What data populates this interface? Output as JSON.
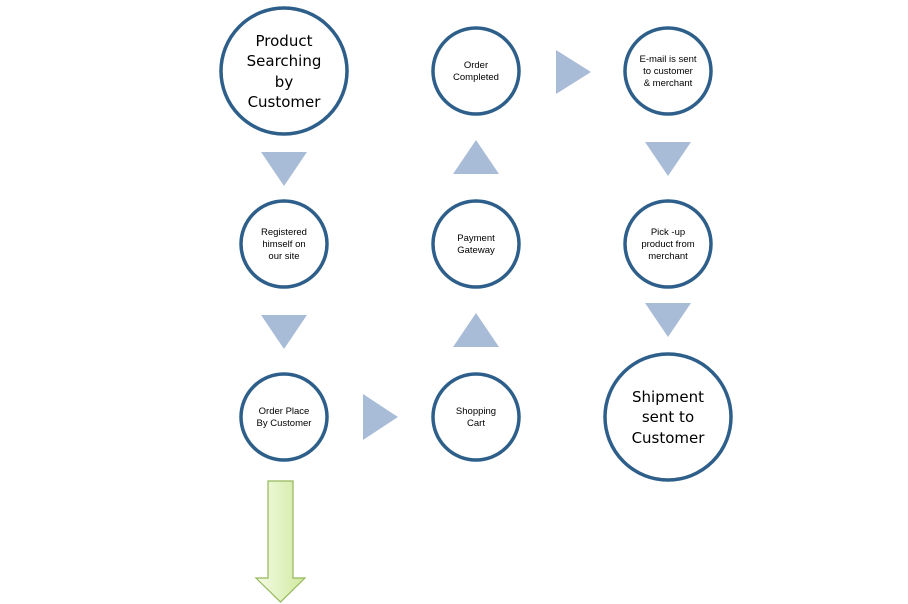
{
  "colors": {
    "circle_stroke": "#2e5f8a",
    "connector_fill": "#a9bcd7",
    "exit_arrow_fill": "#e6f5c8",
    "exit_arrow_stroke": "#94b85a"
  },
  "nodes": {
    "product_search": [
      "Product",
      "Searching",
      "by",
      "Customer"
    ],
    "registered": [
      "Registered",
      "himself on",
      "our site"
    ],
    "order_place": [
      "Order Place",
      "By Customer"
    ],
    "shopping_cart": [
      "Shopping",
      "Cart"
    ],
    "payment_gateway": [
      "Payment",
      "Gateway"
    ],
    "order_completed": [
      "Order",
      "Completed"
    ],
    "email_sent": [
      "E-mail is sent",
      "to customer",
      "& merchant"
    ],
    "pickup": [
      "Pick -up",
      "product from",
      "merchant"
    ],
    "shipment": [
      "Shipment",
      "sent to",
      "Customer"
    ]
  }
}
